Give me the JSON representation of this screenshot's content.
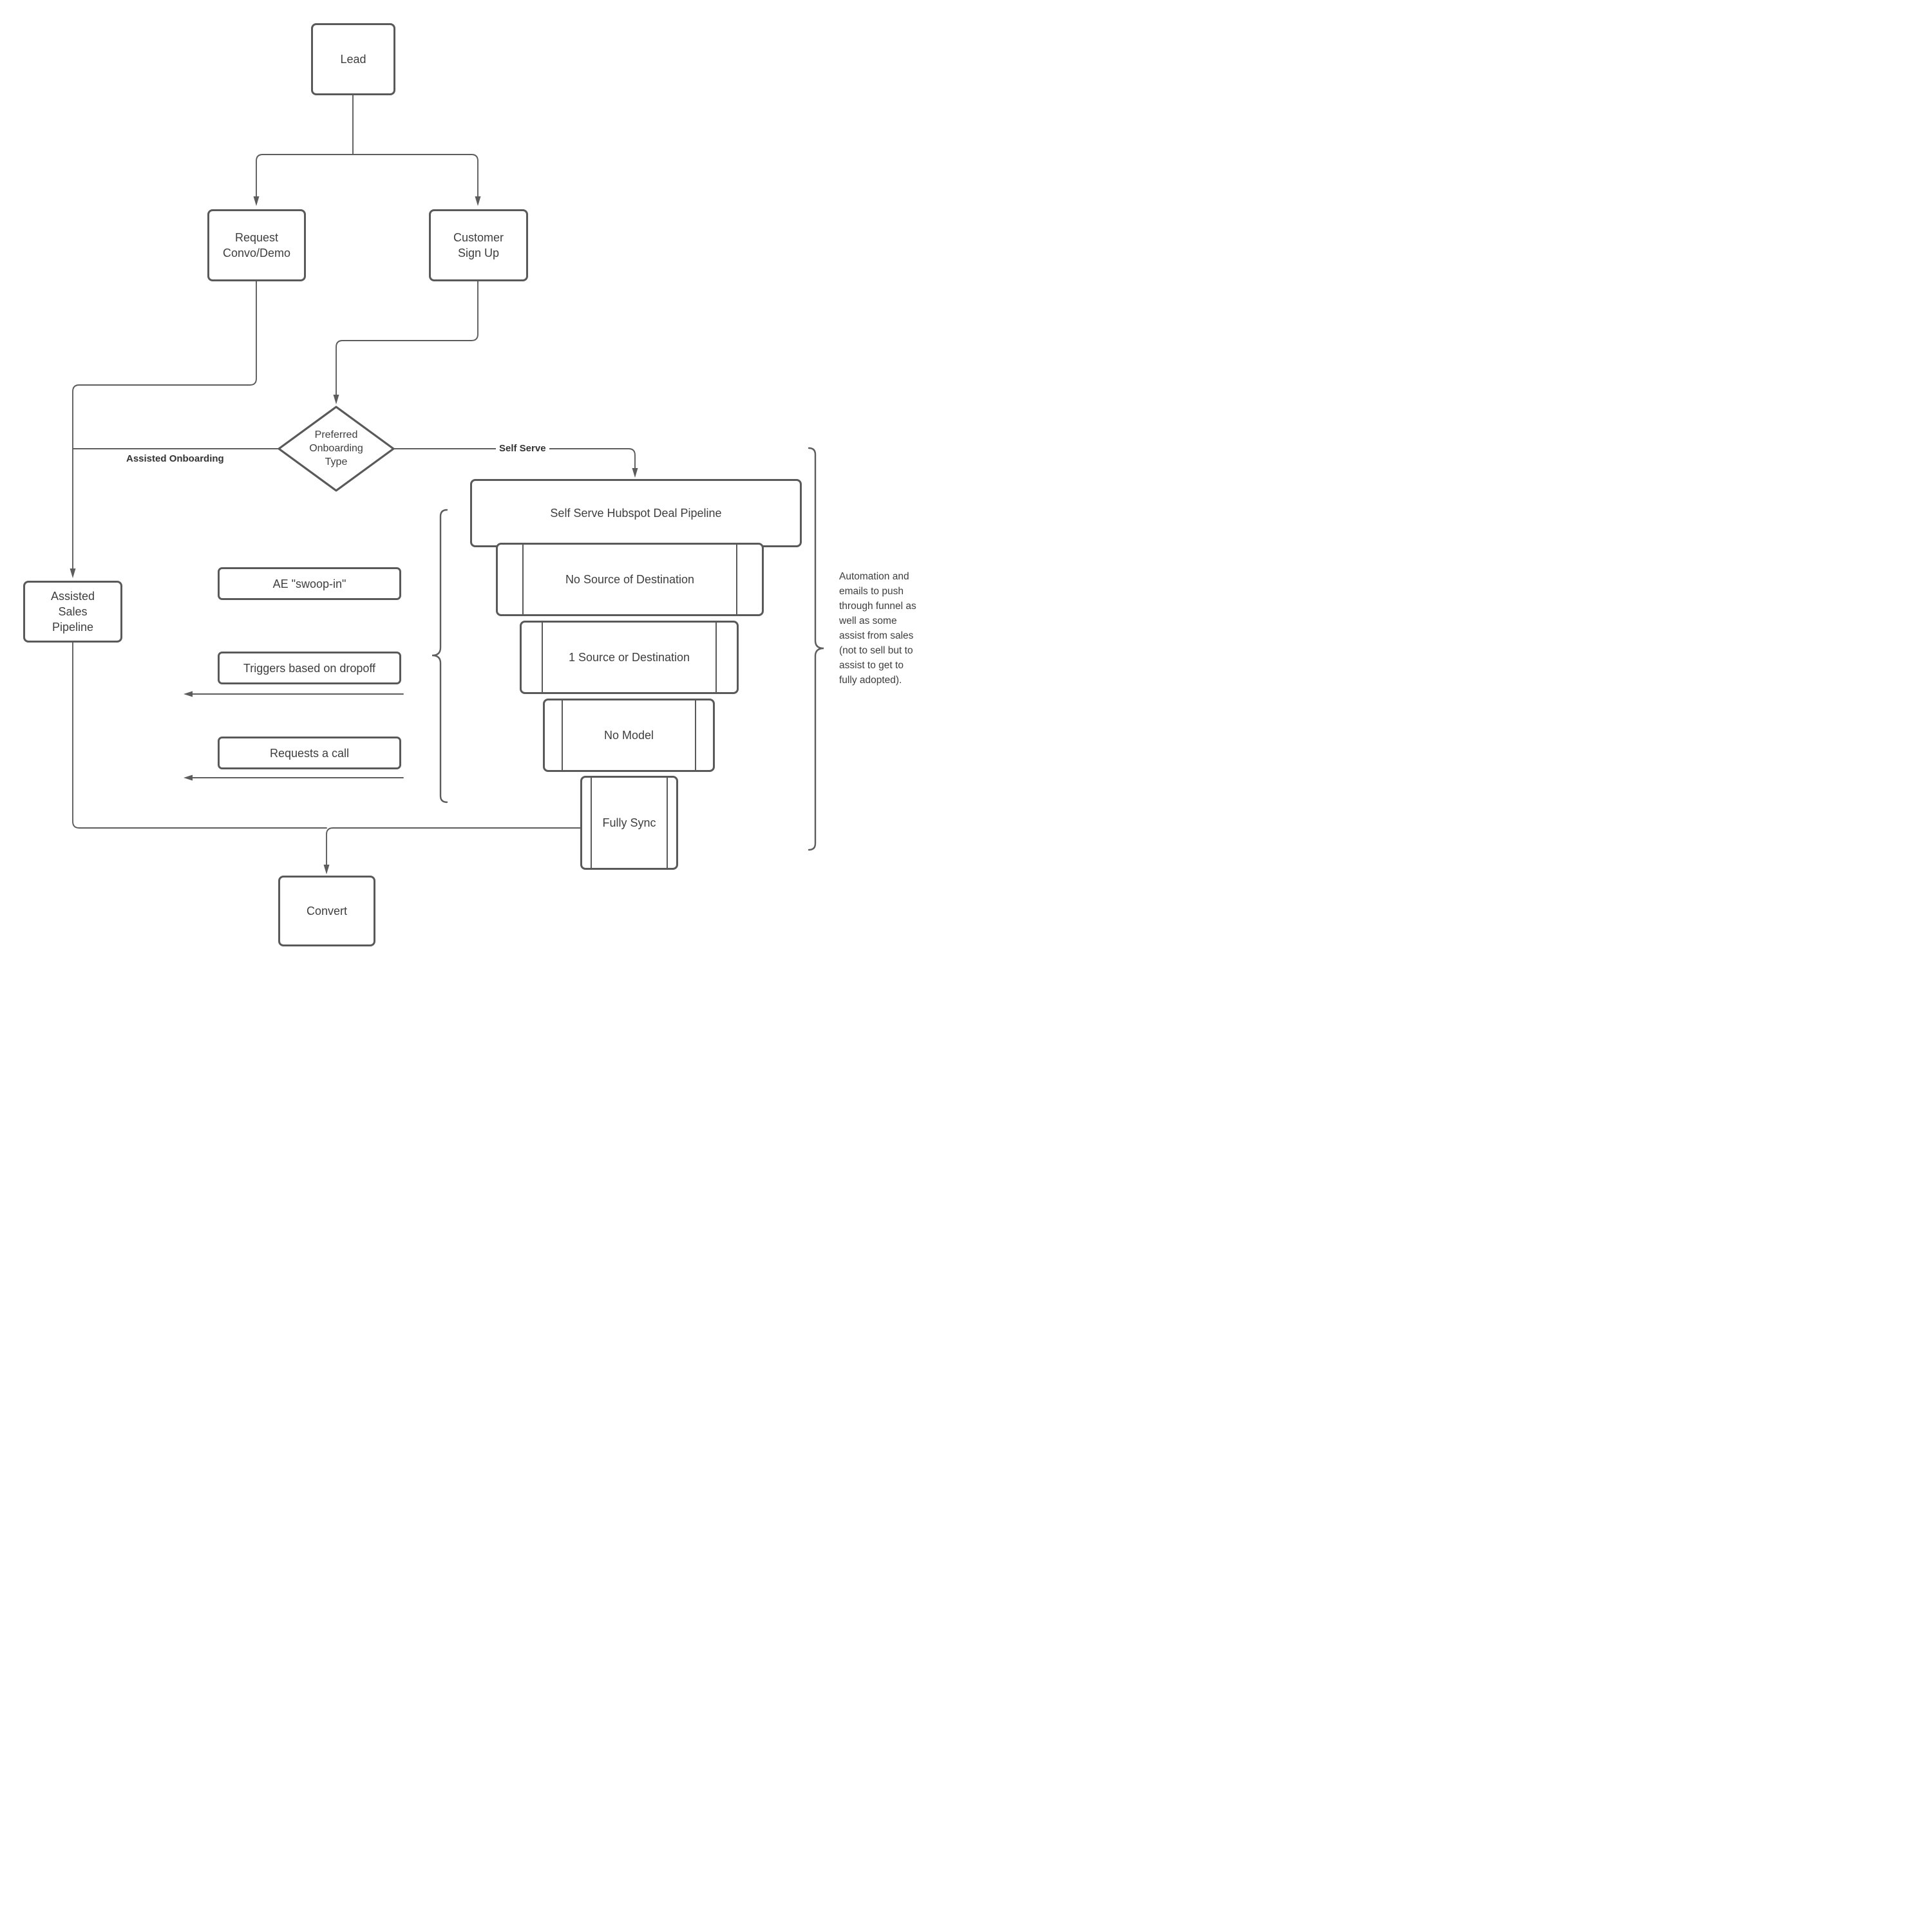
{
  "diagram": {
    "type": "flowchart",
    "colors": {
      "stroke": "#595959",
      "connector": "#5c5c5c",
      "text": "#3e3e3e",
      "background": "#ffffff"
    },
    "nodes": {
      "lead": {
        "label": "Lead",
        "shape": "rectangle"
      },
      "request_demo": {
        "label": "Request\nConvo/Demo",
        "shape": "rectangle"
      },
      "customer_signup": {
        "label": "Customer\nSign Up",
        "shape": "rectangle"
      },
      "decision": {
        "label": "Preferred\nOnboarding\nType",
        "shape": "diamond"
      },
      "assisted_pipeline": {
        "label": "Assisted\nSales\nPipeline",
        "shape": "rectangle"
      },
      "ae_swoop_in": {
        "label": "AE \"swoop-in\"",
        "shape": "rectangle"
      },
      "triggers_dropoff": {
        "label": "Triggers based on dropoff",
        "shape": "rectangle"
      },
      "requests_call": {
        "label": "Requests a call",
        "shape": "rectangle"
      },
      "self_serve_pipeline": {
        "label": "Self Serve Hubspot Deal Pipeline",
        "shape": "rectangle"
      },
      "funnel": [
        {
          "label": "No Source of Destination",
          "shape": "predefined-process"
        },
        {
          "label": "1 Source or Destination",
          "shape": "predefined-process"
        },
        {
          "label": "No Model",
          "shape": "predefined-process"
        },
        {
          "label": "Fully Sync",
          "shape": "predefined-process"
        }
      ],
      "convert": {
        "label": "Convert",
        "shape": "rectangle"
      }
    },
    "edge_labels": {
      "assisted": "Assisted Onboarding",
      "self_serve": "Self Serve"
    },
    "annotation": {
      "text": "Automation and\nemails to push\nthrough funnel as\nwell as some\nassist from sales\n(not to sell but to\nassist to get to\nfully adopted)."
    }
  }
}
